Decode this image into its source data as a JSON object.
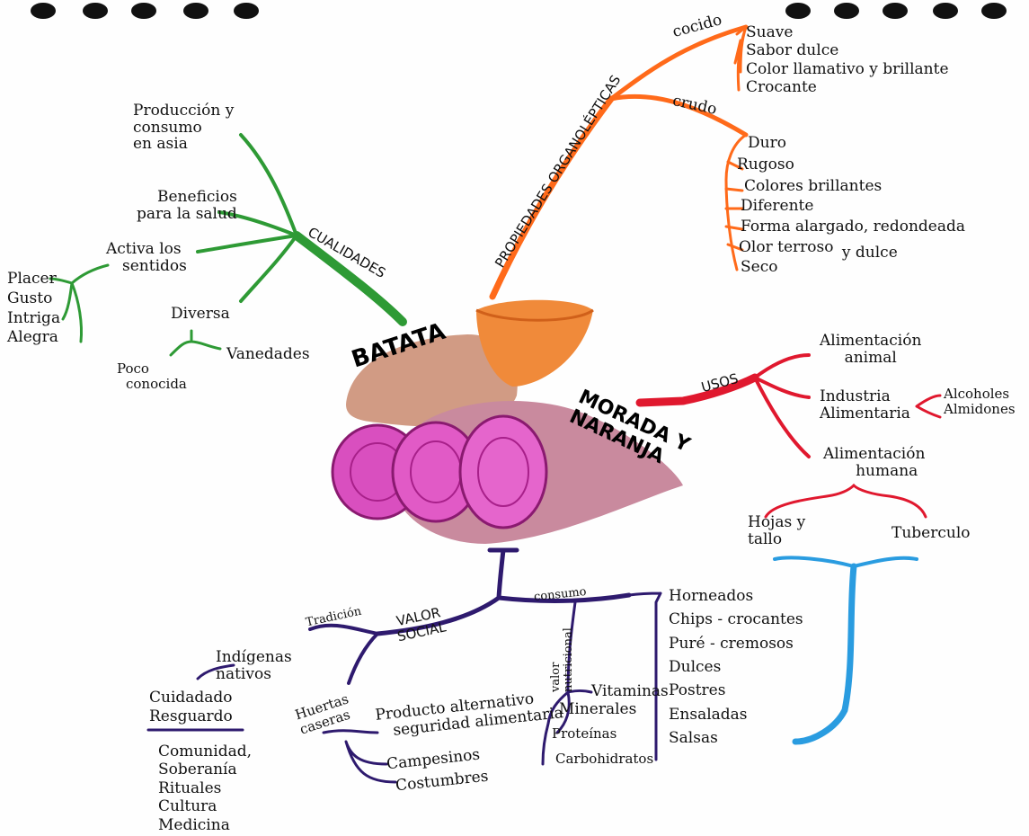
{
  "colors": {
    "green": "#2e9a35",
    "orange": "#ff6a1a",
    "red": "#e0182e",
    "purple": "#2e1a6e",
    "blue": "#2a9ce0",
    "tuber_skin": "#c98a6e",
    "tuber_flesh": "#d94fbf",
    "tuber_orange": "#f08a3a"
  },
  "center": {
    "batata": "BATATA",
    "morada_naranja": [
      "MORADA Y",
      "NARANJA"
    ]
  },
  "cualidades": {
    "label": "CUALIDADES",
    "produccion": [
      "Producción y",
      "consumo",
      "en asia"
    ],
    "beneficios": [
      "Beneficios",
      "para la salud"
    ],
    "activa": [
      "Activa los",
      "sentidos"
    ],
    "sentidos_items": [
      "Placer",
      "Gusto",
      "Intriga",
      "Alegra"
    ],
    "diversa": "Diversa",
    "poco_conocida": [
      "Poco",
      "conocida"
    ],
    "variedades": "Vanedades"
  },
  "propiedades": {
    "label": "PROPIEDADES ORGANOLÉPTICAS",
    "cocido": "cocido",
    "cocido_items": [
      "Suave",
      "Sabor dulce",
      "Color llamativo y brillante",
      "Crocante"
    ],
    "crudo": "crudo",
    "crudo_items": [
      "Duro",
      "Rugoso",
      "Colores brillantes",
      "Diferente",
      "Forma alargado, redondeada",
      "Olor terroso",
      "y dulce",
      "Seco"
    ]
  },
  "usos": {
    "label": "USOS",
    "animal": [
      "Alimentación",
      "animal"
    ],
    "industria": [
      "Industria",
      "Alimentaria"
    ],
    "industria_items": [
      "Alcoholes",
      "Almidones"
    ],
    "humana": [
      "Alimentación",
      "humana"
    ],
    "hojas": [
      "Hojas y",
      "tallo"
    ],
    "tuberculo": "Tuberculo"
  },
  "valor_social": {
    "label": [
      "VALOR",
      "SOCIAL"
    ],
    "tradicion": "Tradición",
    "indigenas": [
      "Indígenas",
      "nativos"
    ],
    "cuidado": [
      "Cuidadado",
      "Resguardo"
    ],
    "comunidad_items": [
      "Comunidad,",
      "Soberanía",
      "Rituales",
      "Cultura",
      "Medicina"
    ],
    "huertas": [
      "Huertas",
      "caseras"
    ],
    "huertas_items": [
      "Producto alternativo",
      "seguridad alimentaria",
      "Campesinos",
      "Costumbres"
    ],
    "consumo": "consumo",
    "valor_nutricional": [
      "valor",
      "nutricional"
    ],
    "nutri_items": [
      "Vitaminas",
      "Minerales",
      "Proteínas",
      "Carbohidratos"
    ],
    "consumo_items": [
      "Horneados",
      "Chips - crocantes",
      "Puré - cremosos",
      "Dulces",
      "Postres",
      "Ensaladas",
      "Salsas"
    ]
  }
}
